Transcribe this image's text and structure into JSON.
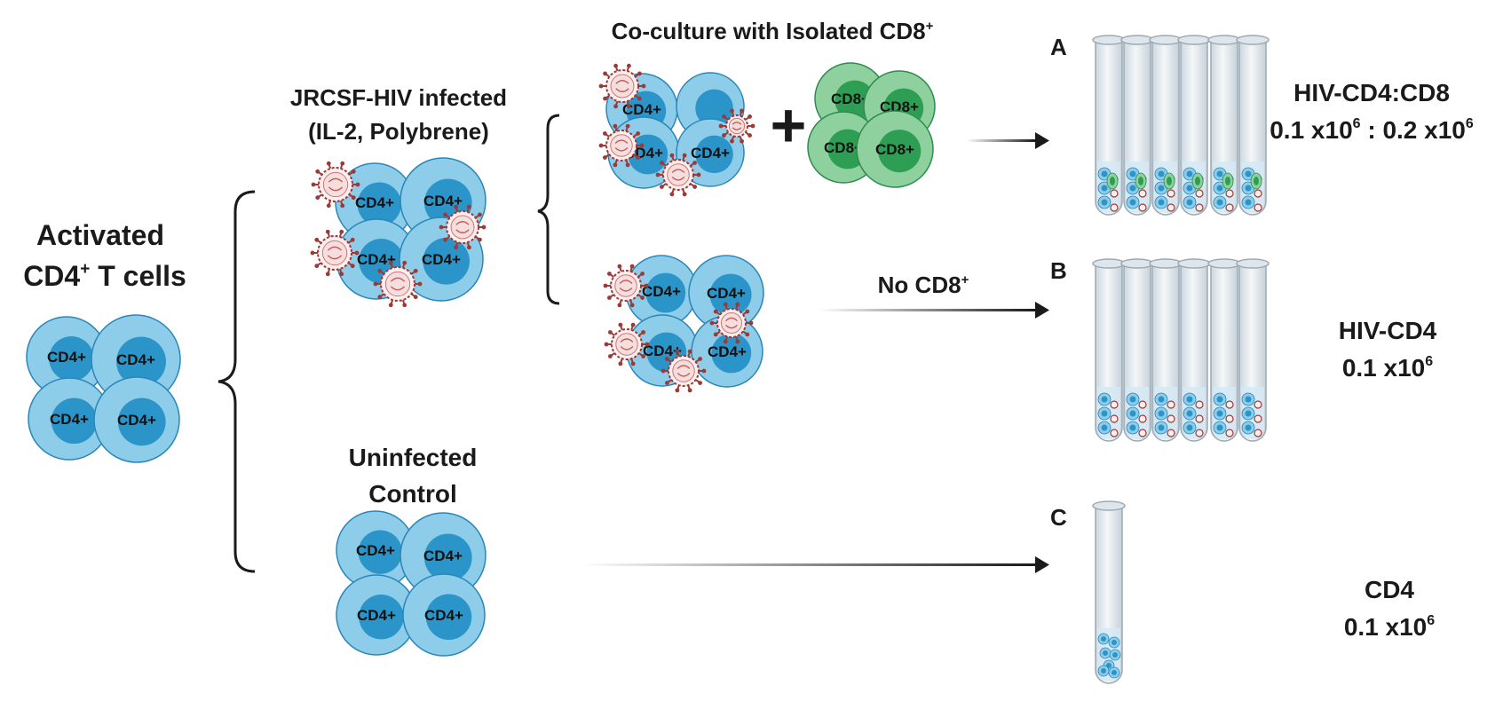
{
  "activated": {
    "line1": "Activated",
    "line2_main": "CD4",
    "line2_sup": "+",
    "line2_rest": " T cells"
  },
  "infected": {
    "line1": "JRCSF-HIV infected",
    "line2": "(IL-2, Polybrene)"
  },
  "coculture": {
    "title_main": "Co-culture with Isolated CD8",
    "title_sup": "+"
  },
  "no_cd8": {
    "main": "No CD8",
    "sup": "+"
  },
  "uninfected": {
    "line1": "Uninfected",
    "line2": "Control"
  },
  "cell_labels": {
    "cd4": "CD4+",
    "cd8": "CD8+"
  },
  "plus_sign": "+",
  "groups": [
    {
      "letter": "A",
      "name": "HIV-CD4:CD8",
      "count_a": "0.1 x10",
      "sup_a": "6",
      "sep": " : ",
      "count_b": "0.2 x10",
      "sup_b": "6"
    },
    {
      "letter": "B",
      "name": "HIV-CD4",
      "count_a": "0.1 x10",
      "sup_a": "6"
    },
    {
      "letter": "C",
      "name": "CD4",
      "count_a": "0.1 x10",
      "sup_a": "6"
    }
  ],
  "colors": {
    "cd4_outer": "#8ecde9",
    "cd4_inner": "#2b95c9",
    "cd4_stroke": "#2a86b8",
    "cd8_outer": "#8fd19e",
    "cd8_inner": "#2f9e55",
    "cd8_stroke": "#2f8a4e",
    "virus": "#9b3a36",
    "arrow": "#1a1a1a",
    "tube_fill": "#e9eff3",
    "tube_stroke": "#9aa9b4"
  }
}
